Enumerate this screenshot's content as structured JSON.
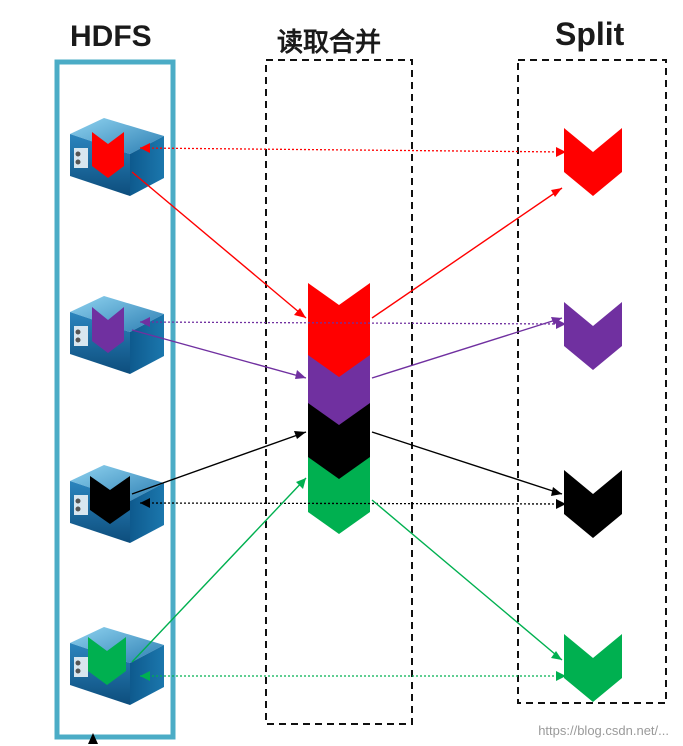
{
  "columns": {
    "hdfs": "HDFS",
    "merge": "读取合并",
    "split": "Split"
  },
  "colors": {
    "red": "#ff0000",
    "purple": "#7030a0",
    "black": "#000000",
    "green": "#00b050",
    "frame": "#4bacc6"
  },
  "blocks": [
    {
      "name": "red",
      "color": "#ff0000"
    },
    {
      "name": "purple",
      "color": "#7030a0"
    },
    {
      "name": "black",
      "color": "#000000"
    },
    {
      "name": "green",
      "color": "#00b050"
    }
  ],
  "watermark": "https://blog.csdn.net/..."
}
